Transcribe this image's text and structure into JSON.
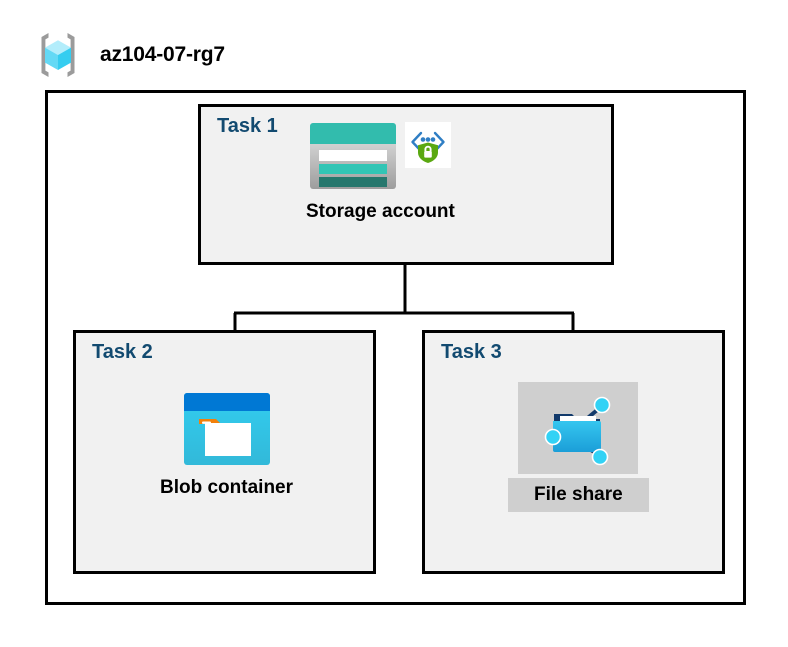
{
  "header": {
    "title": "az104-07-rg7",
    "icon": "resource-group-icon"
  },
  "diagram": {
    "type": "azure-architecture-diagram",
    "container_label": "az104-07-rg7",
    "colors": {
      "task_label": "#124a70",
      "task_box_fill": "#f1f1f1",
      "box_border": "#000000",
      "connector": "#000000",
      "highlight": "#cfcfcf",
      "storage_teal": "#32bcad",
      "storage_teal_dark": "#2a7f73",
      "blob_blue": "#0078d4",
      "blob_cyan": "#32cdf0",
      "blob_orange": "#f2800b",
      "shield_green": "#5aa811",
      "cube_cyan": "#9feaf9",
      "bracket_gray": "#a0a0a0"
    },
    "tasks": [
      {
        "id": "task-1",
        "label": "Task 1",
        "node": {
          "caption": "Storage account",
          "icon": "storage-account-icon",
          "secondary_icon": "secure-endpoint-shield-icon",
          "highlighted": false
        }
      },
      {
        "id": "task-2",
        "label": "Task 2",
        "node": {
          "caption": "Blob container",
          "icon": "blob-container-icon",
          "highlighted": false
        }
      },
      {
        "id": "task-3",
        "label": "Task 3",
        "node": {
          "caption": "File share",
          "icon": "file-share-icon",
          "highlighted": true
        }
      }
    ],
    "connections": [
      {
        "from": "task-1",
        "to": "task-2"
      },
      {
        "from": "task-1",
        "to": "task-3"
      }
    ]
  }
}
